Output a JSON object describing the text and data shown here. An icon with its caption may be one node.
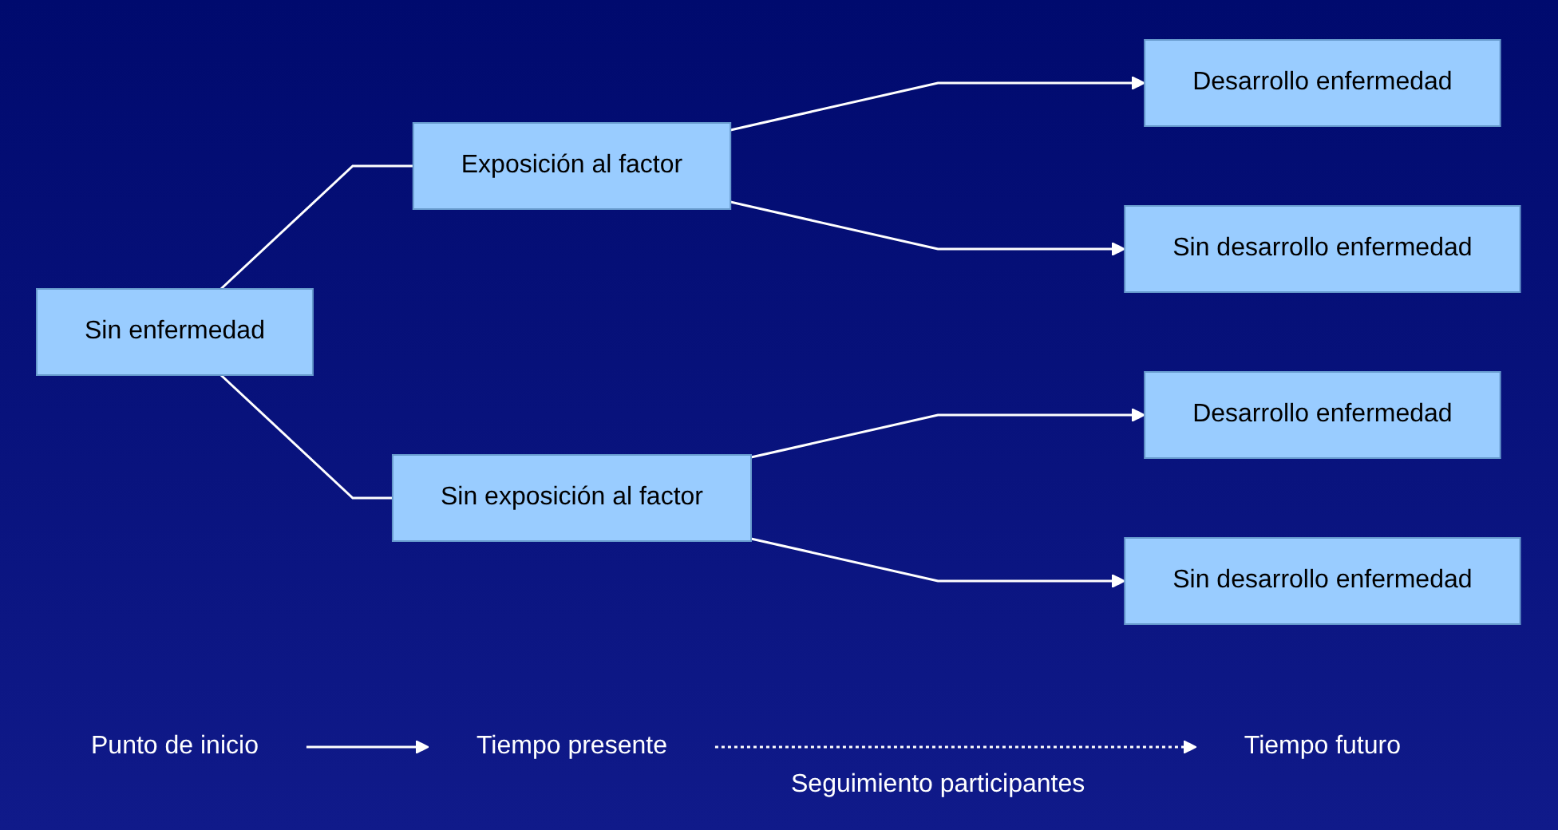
{
  "diagram": {
    "nodes": [
      {
        "text": [
          "Sin enfermedad"
        ]
      },
      {
        "text": [
          "Exposición al factor"
        ]
      },
      {
        "text": [
          "Sin exposición al factor"
        ]
      },
      {
        "text": [
          "Desarrollo enfermedad"
        ]
      },
      {
        "text": [
          "Sin desarrollo enfermedad"
        ]
      },
      {
        "text": [
          "Desarrollo enfermedad"
        ]
      },
      {
        "text": [
          "Sin desarrollo enfermedad"
        ]
      },
      {
        "text": [
          "Punto de inicio"
        ]
      },
      {
        "text": [
          "Tiempo presente"
        ]
      },
      {
        "text": [
          "Tiempo futuro"
        ]
      }
    ],
    "edges": [
      {
        "from": 0,
        "to": 1,
        "arrow": "none"
      },
      {
        "from": 0,
        "to": 2,
        "arrow": "none"
      },
      {
        "from": 1,
        "to": 3,
        "arrow": "to"
      },
      {
        "from": 1,
        "to": 4,
        "arrow": "to"
      },
      {
        "from": 2,
        "to": 5,
        "arrow": "to"
      },
      {
        "from": 2,
        "to": 6,
        "arrow": "to"
      },
      {
        "from": 7,
        "to": 8,
        "arrow": "to"
      },
      {
        "from": 8,
        "to": 9,
        "arrow": "to",
        "style": "dashed",
        "label": "Seguimiento participantes"
      }
    ]
  }
}
